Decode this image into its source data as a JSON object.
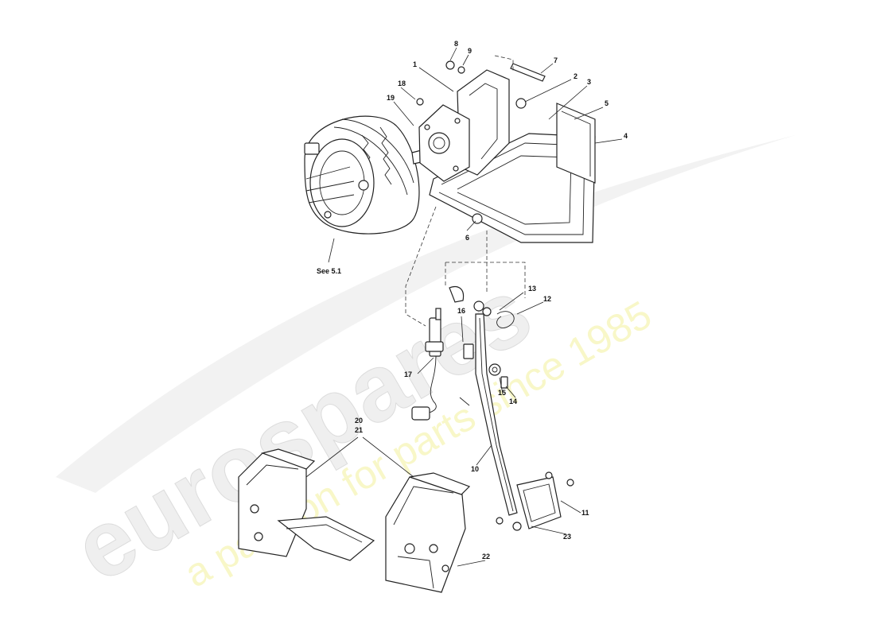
{
  "watermark": {
    "brand": "eurospares",
    "tagline": "a passion for parts since 1985"
  },
  "diagram": {
    "reference_note": "See 5.1",
    "callouts": [
      "1",
      "2",
      "3",
      "4",
      "5",
      "6",
      "7",
      "8",
      "9",
      "10",
      "11",
      "12",
      "13",
      "14",
      "15",
      "16",
      "17",
      "18",
      "19",
      "20",
      "21",
      "22",
      "23"
    ]
  }
}
